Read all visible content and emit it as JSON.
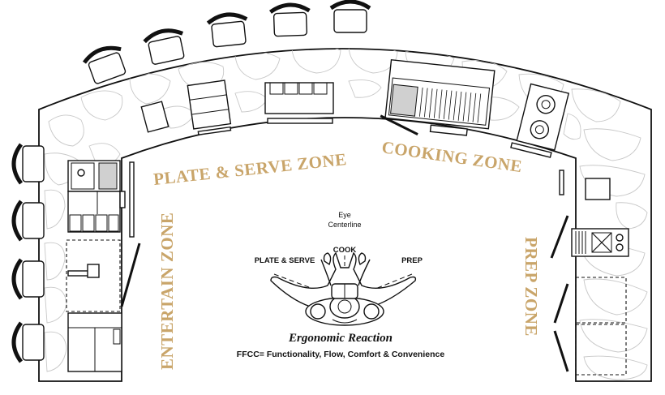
{
  "zones": {
    "plate_serve": "PLATE & SERVE ZONE",
    "cooking": "COOKING ZONE",
    "entertain": "ENTERTAIN ZONE",
    "prep": "PREP ZONE"
  },
  "figure": {
    "eye_line1": "Eye",
    "eye_line2": "Centerline",
    "cook": "COOK",
    "plate_serve": "PLATE & SERVE",
    "prep": "PREP"
  },
  "caption": {
    "title": "Ergonomic Reaction",
    "subtitle": "FFCC= Functionality, Flow, Comfort & Convenience"
  },
  "colors": {
    "zone_text": "#C9A56A",
    "line": "#111111",
    "stone": "#c8c8c8",
    "burner_gray": "#d0d0d0"
  }
}
